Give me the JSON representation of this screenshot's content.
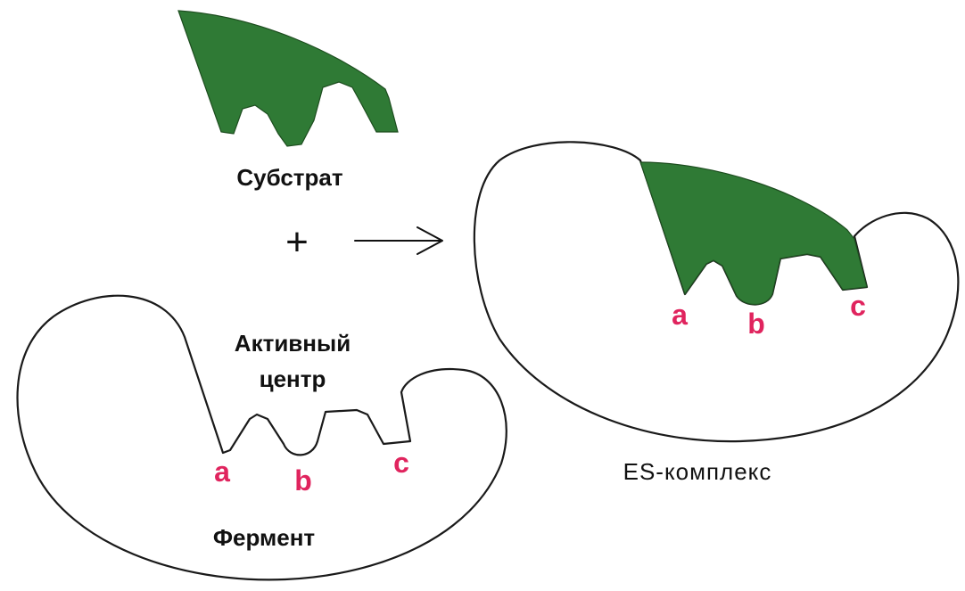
{
  "colors": {
    "substrate": "#2f7a35",
    "site_label": "#e0245e",
    "outline": "#1a1a1a",
    "text": "#111111"
  },
  "labels": {
    "substrate": "Субстрат",
    "active_center_line1": "Активный",
    "active_center_line2": "центр",
    "enzyme": "Фермент",
    "es_complex": "ES-комплекс"
  },
  "sites": {
    "a": "a",
    "b": "b",
    "c": "c"
  },
  "operators": {
    "plus": "+",
    "arrow": "reaction-arrow-icon"
  }
}
